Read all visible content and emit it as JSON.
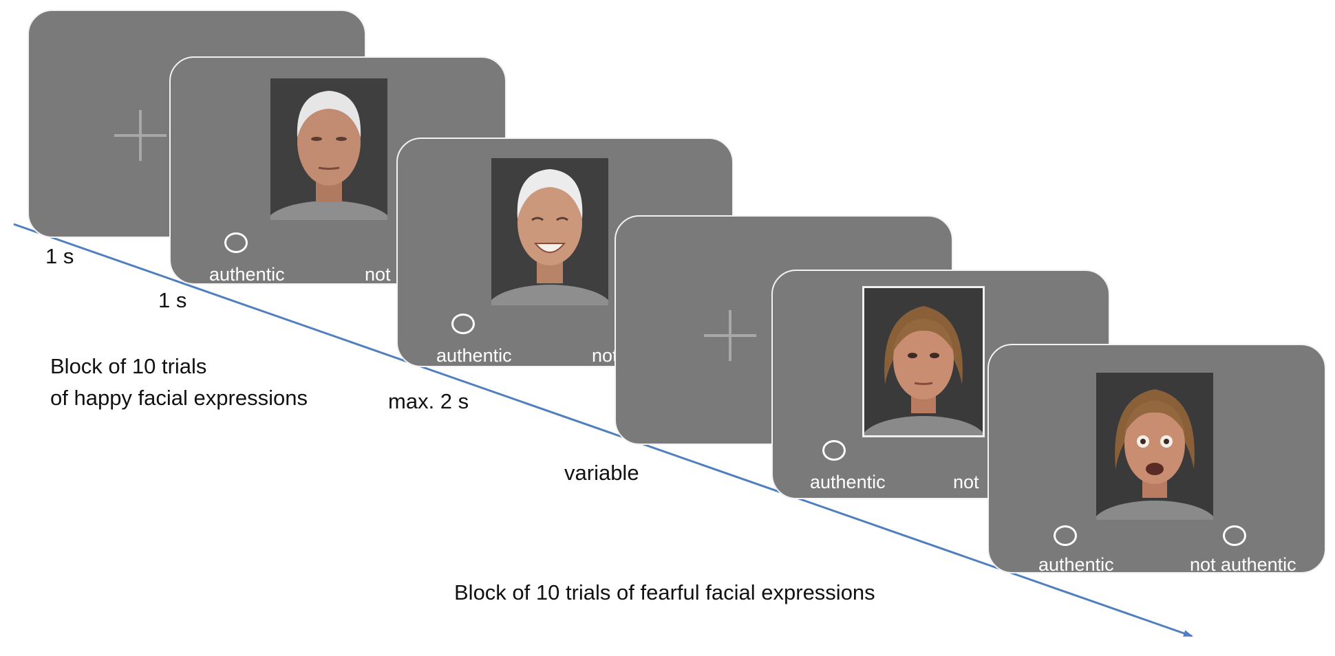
{
  "colors": {
    "screen": "#7a7a7a",
    "screen_border": "#f2f2f2",
    "fixation_cross": "#a8a8a8",
    "timeline_arrow": "#4f7fbf",
    "label_text": "#111111",
    "option_text": "#ffffff"
  },
  "response_options": {
    "authentic": "authentic",
    "not_authentic": "not authentic",
    "not_truncated": "not"
  },
  "durations": {
    "fixation": "1 s",
    "neutral_face": "1 s",
    "response": "max. 2 s",
    "interval": "variable"
  },
  "blocks": {
    "happy_line1": "Block of 10  trials",
    "happy_line2": "of happy facial expressions",
    "fearful": "Block of 10  trials of fearful facial expressions"
  },
  "screens": [
    {
      "id": "fixation-1",
      "content": "fixation-cross"
    },
    {
      "id": "face-neutral-man",
      "content": "face-photo"
    },
    {
      "id": "face-happy-man",
      "content": "face-photo"
    },
    {
      "id": "fixation-2",
      "content": "fixation-cross"
    },
    {
      "id": "face-neutral-woman",
      "content": "face-photo"
    },
    {
      "id": "face-fearful-woman",
      "content": "face-photo"
    }
  ]
}
